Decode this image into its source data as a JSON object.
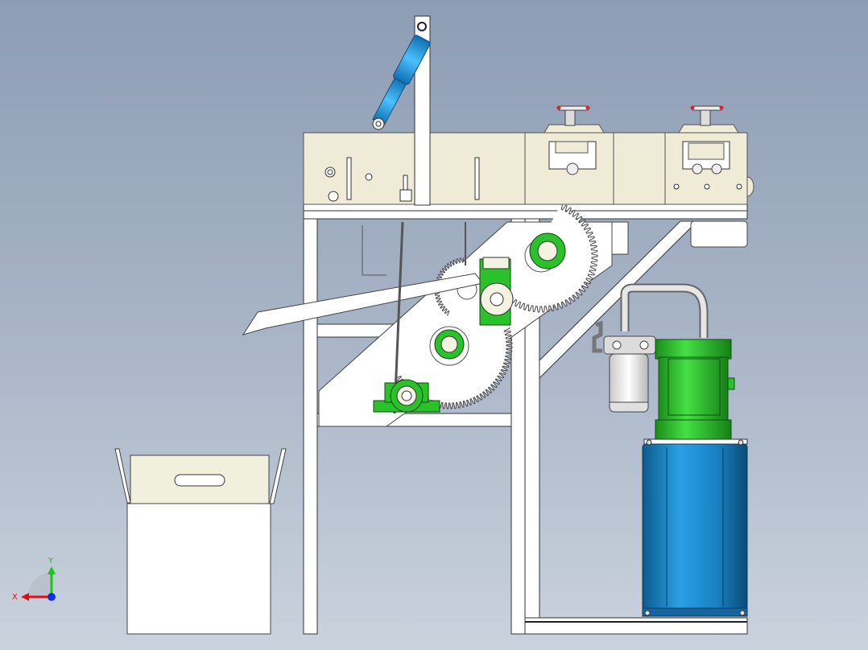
{
  "view": {
    "background_top": "#8d9db4",
    "background_bottom": "#cad2dd"
  },
  "triad": {
    "x_label": "X",
    "y_label": "Y",
    "x_color": "#e01010",
    "y_color": "#14c814",
    "z_color": "#1030e0"
  },
  "colors": {
    "frame": "#ffffff",
    "housing": "#efebd6",
    "bearing_green": "#2bc12b",
    "motor_green": "#35d535",
    "tank_blue": "#1a82c4",
    "cylinder_blue": "#1e9ae0",
    "bin": "#ffffff"
  },
  "components": [
    {
      "name": "hydraulic-cylinder",
      "icon": "cylinder"
    },
    {
      "name": "lift-mast",
      "icon": "mast"
    },
    {
      "name": "top-housing",
      "icon": "box"
    },
    {
      "name": "roller-clamps",
      "icon": "clamp"
    },
    {
      "name": "gear-drive",
      "icon": "gear"
    },
    {
      "name": "pillow-block-bearings",
      "icon": "bearing"
    },
    {
      "name": "feed-chute",
      "icon": "chute"
    },
    {
      "name": "electric-motor",
      "icon": "motor"
    },
    {
      "name": "oil-filter",
      "icon": "filter"
    },
    {
      "name": "hydraulic-tank",
      "icon": "tank"
    },
    {
      "name": "collection-bin",
      "icon": "bin"
    },
    {
      "name": "support-frame",
      "icon": "frame"
    }
  ]
}
